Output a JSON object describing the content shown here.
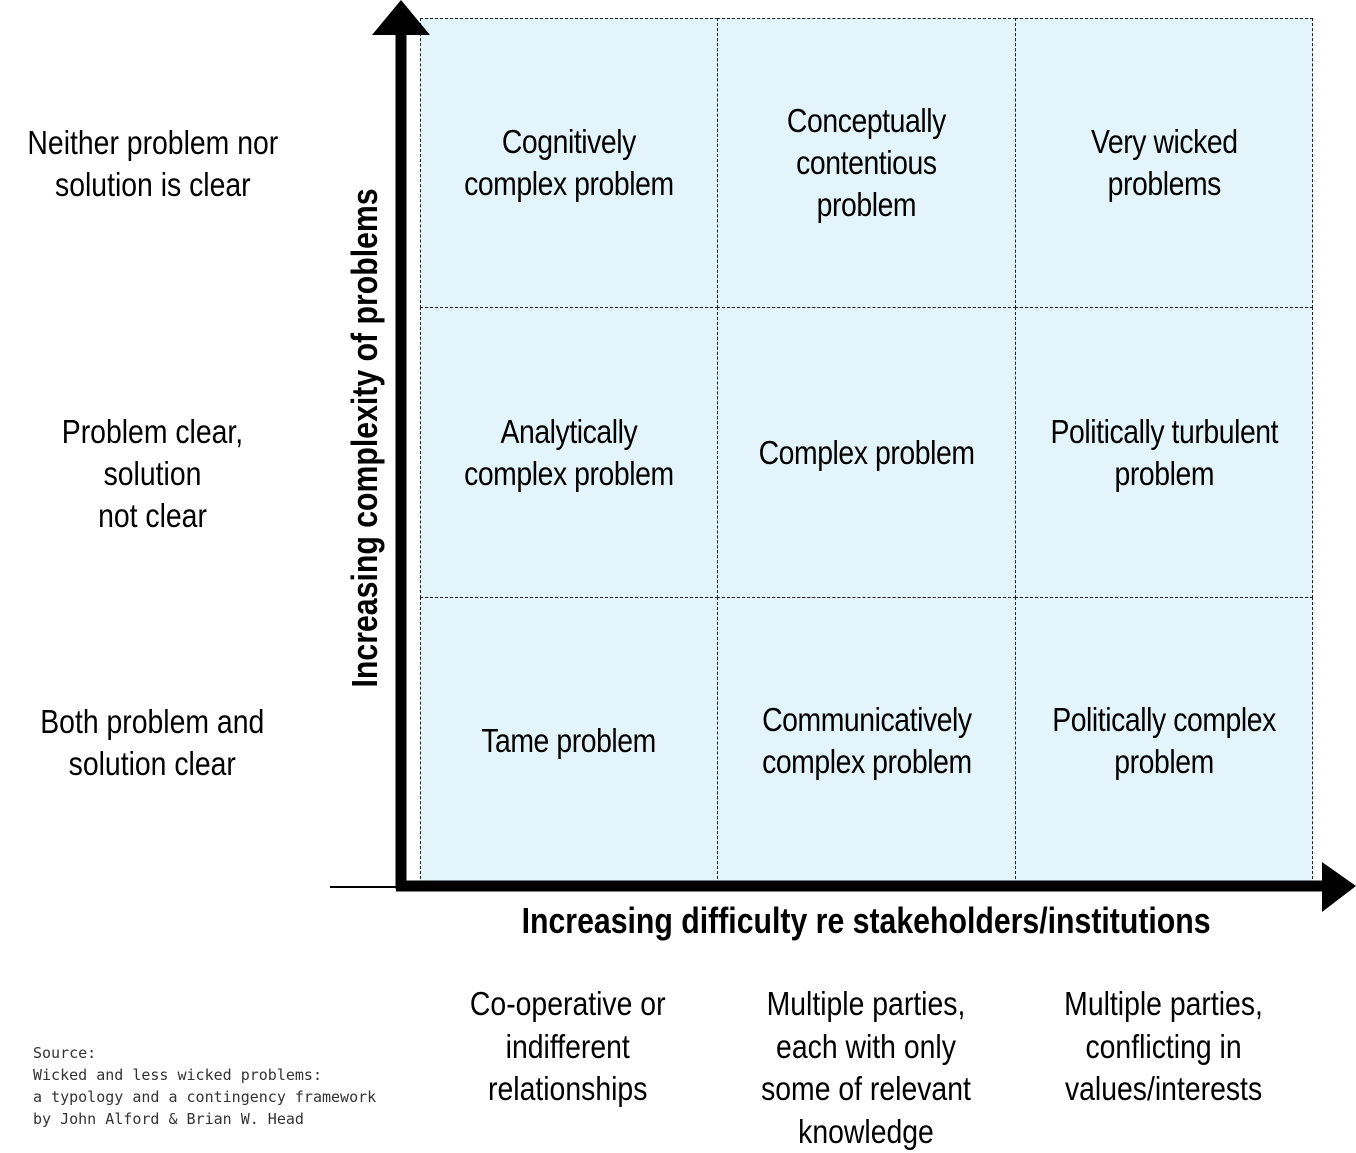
{
  "cells": {
    "r1c1": "Cognitively\ncomplex problem",
    "r1c2": "Conceptually\ncontentious\nproblem",
    "r1c3": "Very wicked\nproblems",
    "r2c1": "Analytically\ncomplex problem",
    "r2c2": "Complex problem",
    "r2c3": "Politically turbulent\nproblem",
    "r3c1": "Tame problem",
    "r3c2": "Communicatively\ncomplex problem",
    "r3c3": "Politically complex\nproblem"
  },
  "row_labels": {
    "top": "Neither problem nor\nsolution is clear",
    "middle": "Problem clear, solution\nnot clear",
    "bottom": "Both problem and\nsolution  clear"
  },
  "column_labels": {
    "left": "Co-operative or\nindifferent\nrelationships",
    "middle": "Multiple parties,\neach with only\nsome of relevant\nknowledge",
    "right": "Multiple parties,\nconflicting in\nvalues/interests"
  },
  "axes": {
    "x_title": "Increasing difficulty re stakeholders/institutions",
    "y_title": "Increasing complexity of problems"
  },
  "source": {
    "line1": "Source:",
    "line2": "Wicked and less wicked problems:",
    "line3": "a typology and a contingency framework",
    "line4": "by John Alford & Brian W. Head"
  },
  "colors": {
    "cell_fill": "#e3f4fb",
    "axis": "#000000"
  }
}
